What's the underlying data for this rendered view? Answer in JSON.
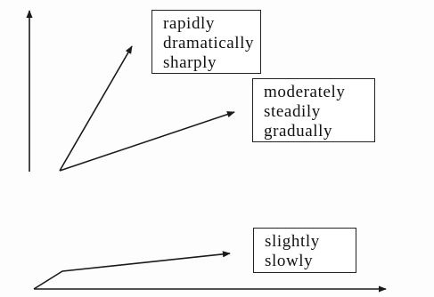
{
  "boxes": {
    "fast": {
      "words": [
        "rapidly",
        "dramatically",
        "sharply"
      ]
    },
    "medium": {
      "words": [
        "moderately",
        "steadily",
        "gradually"
      ]
    },
    "slow": {
      "words": [
        "slightly",
        "slowly"
      ]
    }
  },
  "colors": {
    "line": "#1a1a1a",
    "border": "#222222",
    "background": "#fdfdfd"
  }
}
